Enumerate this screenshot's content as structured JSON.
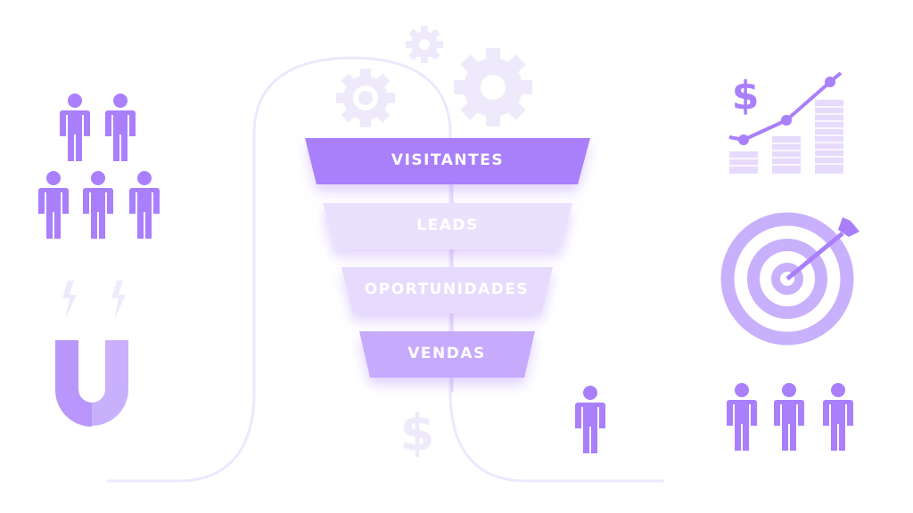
{
  "funnel": {
    "stages": [
      {
        "label": "VISITANTES",
        "color": "#A97FFB"
      },
      {
        "label": "LEADS",
        "color": "#EAE1FD"
      },
      {
        "label": "OPORTUNIDADES",
        "color": "#E6DBFD"
      },
      {
        "label": "VENDAS",
        "color": "#C6AAFC"
      }
    ]
  },
  "icons": {
    "dollar_symbol": "$",
    "primary_color": "#A97FFB",
    "light_color": "#C9B0FC",
    "faint_color": "#EFEAFB"
  }
}
